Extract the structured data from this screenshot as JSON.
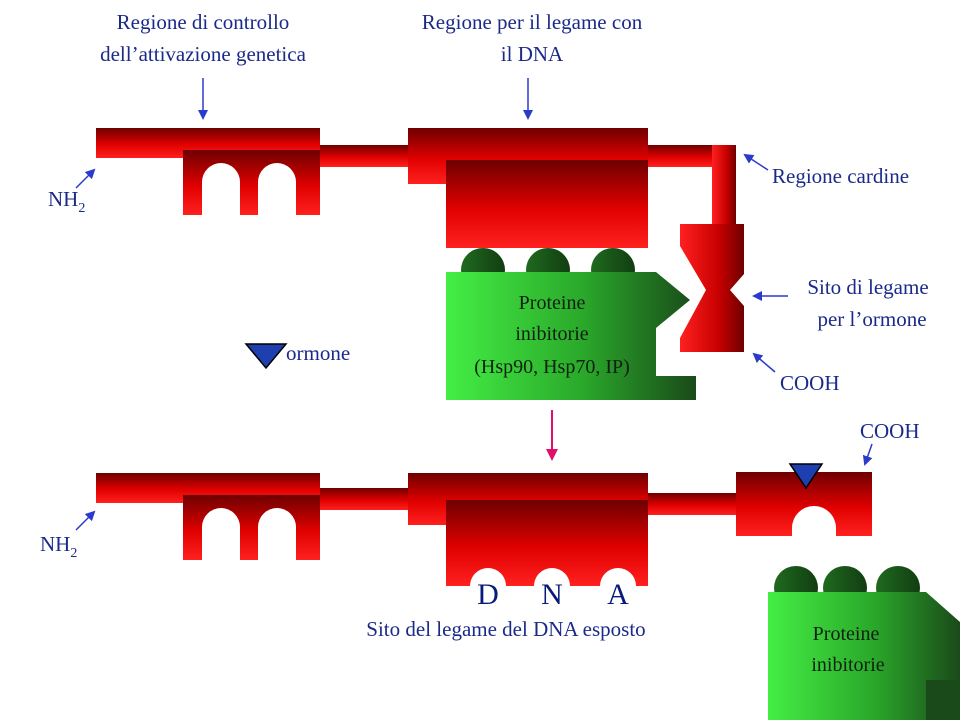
{
  "labels": {
    "activation_control": [
      "Regione di controllo",
      "dell’attivazione genetica"
    ],
    "dna_binding": [
      "Regione per il legame con",
      "il DNA"
    ],
    "hinge": "Regione cardine",
    "hormone_site": [
      "Sito di legame",
      "per l’ormone"
    ],
    "cooh_top": "COOH",
    "cooh_bottom": "COOH",
    "nh_top": "NH",
    "nh_top_sub": "2",
    "nh_bottom": "NH",
    "nh_bottom_sub": "2",
    "hormone": "ormone",
    "inhibitory_top": [
      "Proteine",
      "inibitorie",
      "(Hsp90, Hsp70, IP)"
    ],
    "inhibitory_bottom": [
      "Proteine",
      "inibitorie"
    ],
    "dna_letters": [
      "D",
      "N",
      "A"
    ],
    "exposed_site": "Sito del legame del DNA esposto"
  },
  "colors": {
    "receptor_red": "#ff1a1a",
    "receptor_dark": "#7a0000",
    "inhibitor_green": "#33dd33",
    "inhibitor_dark": "#1a5a1a",
    "hormone_fill": "#1e3fb0",
    "arrow_blue": "#2a3acc",
    "arrow_magenta": "#e0106a",
    "label_blue": "#1a2a8a"
  }
}
